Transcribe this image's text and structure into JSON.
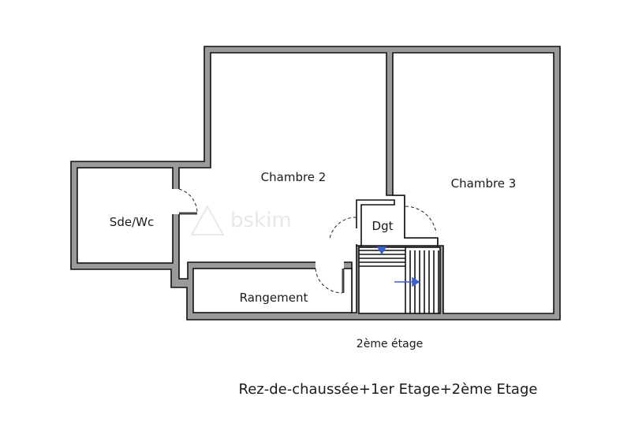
{
  "rooms": {
    "chambre2": "Chambre 2",
    "chambre3": "Chambre 3",
    "sde_wc": "Sde/Wc",
    "dgt": "Dgt",
    "rangement": "Rangement"
  },
  "floor_label": "2ème étage",
  "caption": "Rez-de-chaussée+1er Etage+2ème Etage",
  "watermark": "bskim",
  "colors": {
    "wall": "#9a9a9a",
    "stair_arrow": "#3a5fcf"
  }
}
